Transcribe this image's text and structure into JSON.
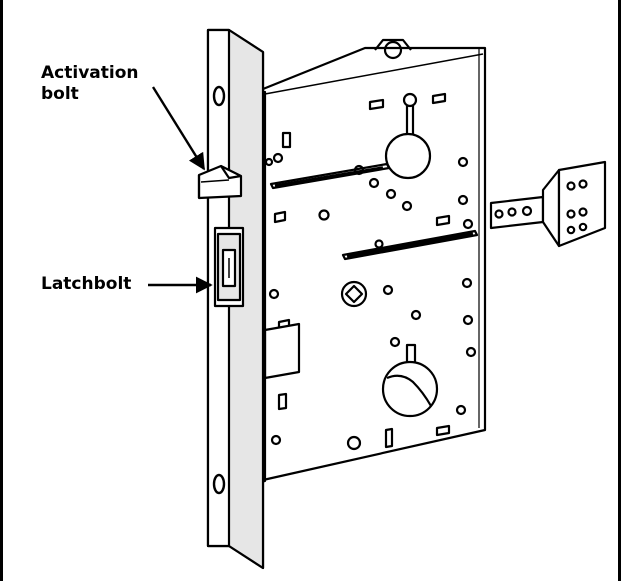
{
  "labels": {
    "activation_line1": "Activation",
    "activation_line2": "bolt",
    "latchbolt": "Latchbolt"
  },
  "colors": {
    "ink": "#000000",
    "paper": "#ffffff",
    "shade": "#e6e6e6"
  }
}
